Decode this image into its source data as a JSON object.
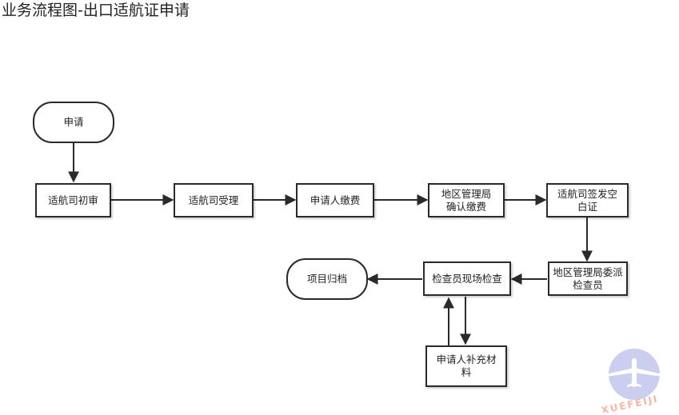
{
  "title": "业务流程图-出口适航证申请",
  "nodes": {
    "start": "申请",
    "initial_review": "适航司初审",
    "acceptance": "适航司受理",
    "applicant_payment": "申请人缴费",
    "regional_confirm_payment": "地区管理局确认缴费",
    "issue_blank_certificate": "适航司签发空白证",
    "regional_assign_inspector": "地区管理局委派检查员",
    "inspector_onsite_check": "检查员现场检查",
    "applicant_supplement": "申请人补充材料",
    "archive": "项目归档"
  },
  "watermark": {
    "text": "XUEFEIJI",
    "color": "#f4b6a8",
    "circle_color": "#b9bde8",
    "icon": "airplane-icon"
  },
  "colors": {
    "line": "#2a2a2a",
    "node_border": "#2a2a2a"
  }
}
